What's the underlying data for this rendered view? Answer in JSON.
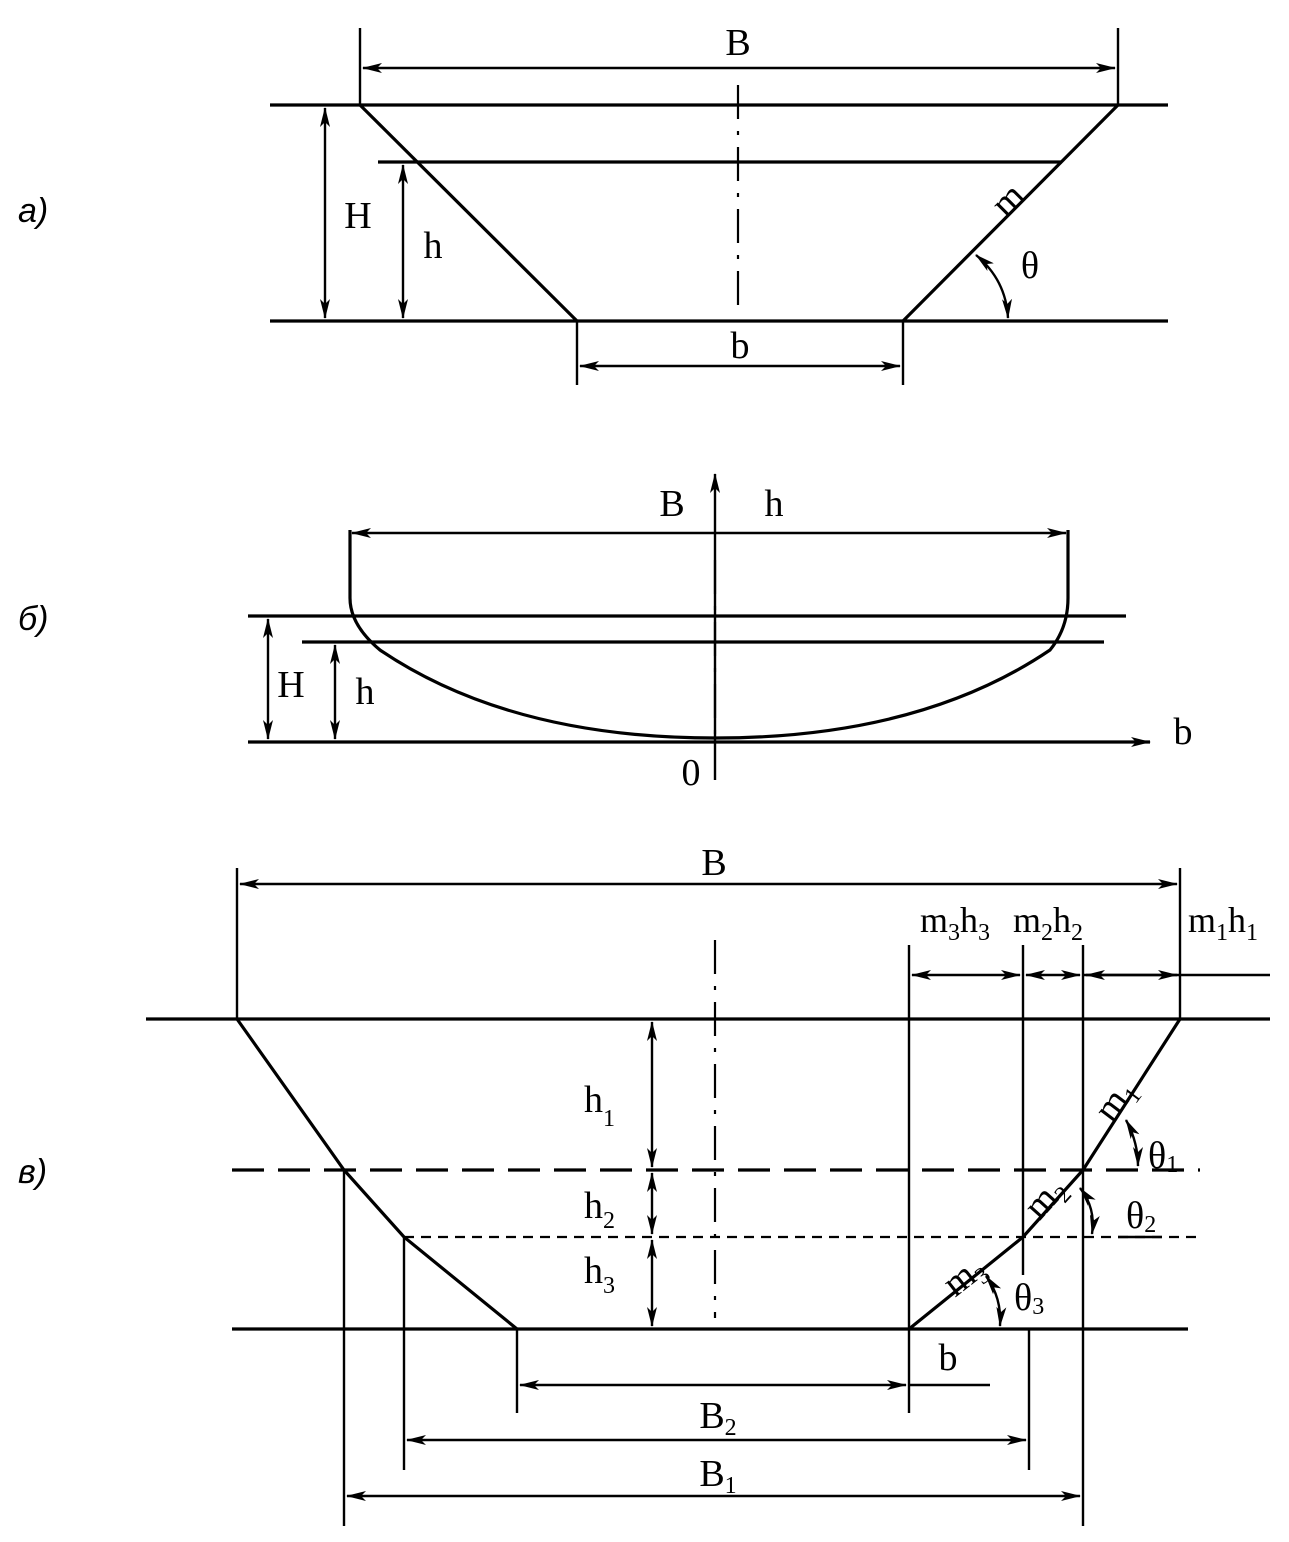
{
  "panel_a": {
    "tag": "а)",
    "B": "B",
    "H": "H",
    "h": "h",
    "b": "b",
    "m": "m",
    "theta": "θ"
  },
  "panel_b": {
    "tag": "б)",
    "B": "B",
    "h_axis": "h",
    "H": "H",
    "h": "h",
    "b_axis": "b",
    "origin": "0"
  },
  "panel_c": {
    "tag": "в)",
    "B": "B",
    "m3": "m",
    "m3_sub": "3",
    "h3_top": "h",
    "h3_top_sub": "3",
    "m2": "m",
    "m2_sub": "2",
    "h2_top": "h",
    "h2_top_sub": "2",
    "m1": "m",
    "m1_sub": "1",
    "h1_top": "h",
    "h1_top_sub": "1",
    "h1": "h",
    "h1_sub": "1",
    "h2": "h",
    "h2_sub": "2",
    "h3": "h",
    "h3_sub": "3",
    "slope_m1": "m",
    "slope_m1_sub": "1",
    "slope_m2": "m",
    "slope_m2_sub": "2",
    "slope_m3": "m",
    "slope_m3_sub": "3",
    "theta1": "θ",
    "theta1_sub": "1",
    "theta2": "θ",
    "theta2_sub": "2",
    "theta3": "θ",
    "theta3_sub": "3",
    "b": "b",
    "B2": "B",
    "B2_sub": "2",
    "B1": "B",
    "B1_sub": "1"
  }
}
